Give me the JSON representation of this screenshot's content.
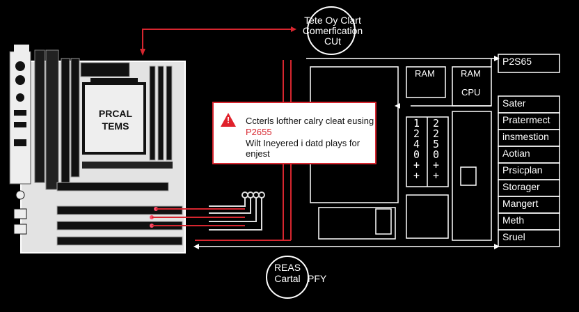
{
  "colors": {
    "background": "#000000",
    "line": "#ffffff",
    "accent": "#d7262f",
    "board": "#e8e8e8"
  },
  "top_label": {
    "line1": "Tete Oy Clart",
    "line2": "Comerfication",
    "line3": "CUt"
  },
  "board": {
    "label_line1": "PRCAL",
    "label_line2": "TEMS"
  },
  "alert": {
    "icon": "warning-triangle-icon",
    "line1": "Ccterls lofther calry cleat eusing",
    "line2": "P2655",
    "line3": "Wilt Ineyered i datd plays for",
    "line4": "enjest"
  },
  "boxes": {
    "ram_left": "RAM",
    "ram_right": "RAM",
    "cpu": "CPU"
  },
  "digits_left": [
    "1",
    "2",
    "4",
    "0",
    "+",
    "+"
  ],
  "digits_right": [
    "2",
    "2",
    "5",
    "0",
    "+",
    "+"
  ],
  "side_items": [
    "P2S65",
    "Sater",
    "Pratermect",
    "insmestion",
    "Aotian",
    "Prsicplan",
    "Storager",
    "Mangert",
    "Meth",
    "Sruel"
  ],
  "bottom_label": {
    "line1": "REAS",
    "line2": "Cartal",
    "suffix": "PFY"
  }
}
